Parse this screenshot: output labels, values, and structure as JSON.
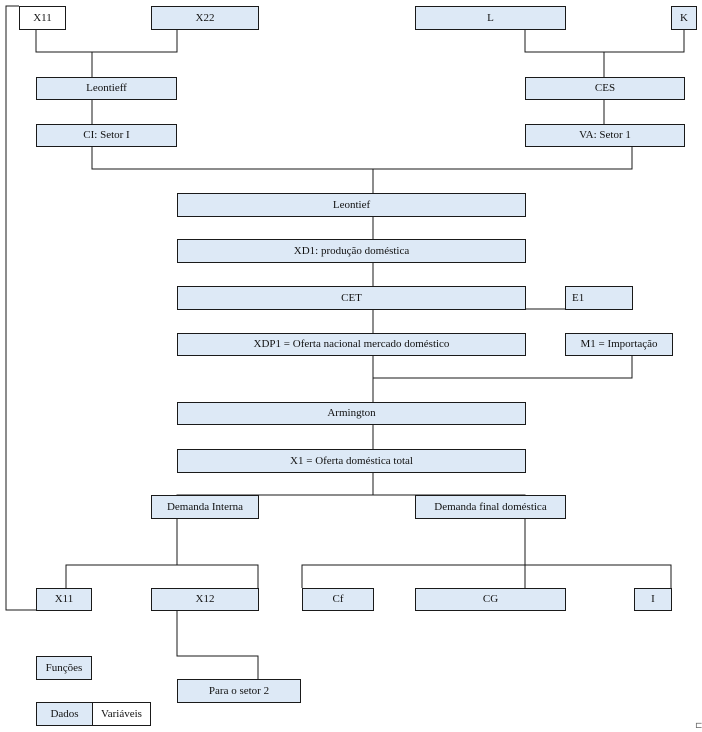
{
  "nodes": {
    "x11_top": "X11",
    "x22_top": "X22",
    "l": "L",
    "k": "K",
    "leontieff": "Leontieff",
    "ces": "CES",
    "ci_setor": "CI: Setor I",
    "va_setor": "VA: Setor 1",
    "leontief": "Leontief",
    "xd1": "XD1: produção doméstica",
    "cet": "CET",
    "e1": "E1",
    "xdp1": "XDP1 = Oferta nacional mercado doméstico",
    "m1": "M1 = Importação",
    "armington": "Armington",
    "x1": "X1 = Oferta doméstica total",
    "demanda_interna": "Demanda Interna",
    "demanda_final": "Demanda final doméstica",
    "x11_bottom": "X11",
    "x12_bottom": "X12",
    "cf": "Cf",
    "cg": "CG",
    "i": "I",
    "para_setor2": "Para o setor 2"
  },
  "legend": {
    "funcoes": "Funções",
    "dados": "Dados",
    "variaveis": "Variáveis"
  },
  "corner_mark": "⊏",
  "colors": {
    "function_fill": "#dde9f6",
    "variable_fill": "#ffffff",
    "line": "#1a1a1a"
  }
}
